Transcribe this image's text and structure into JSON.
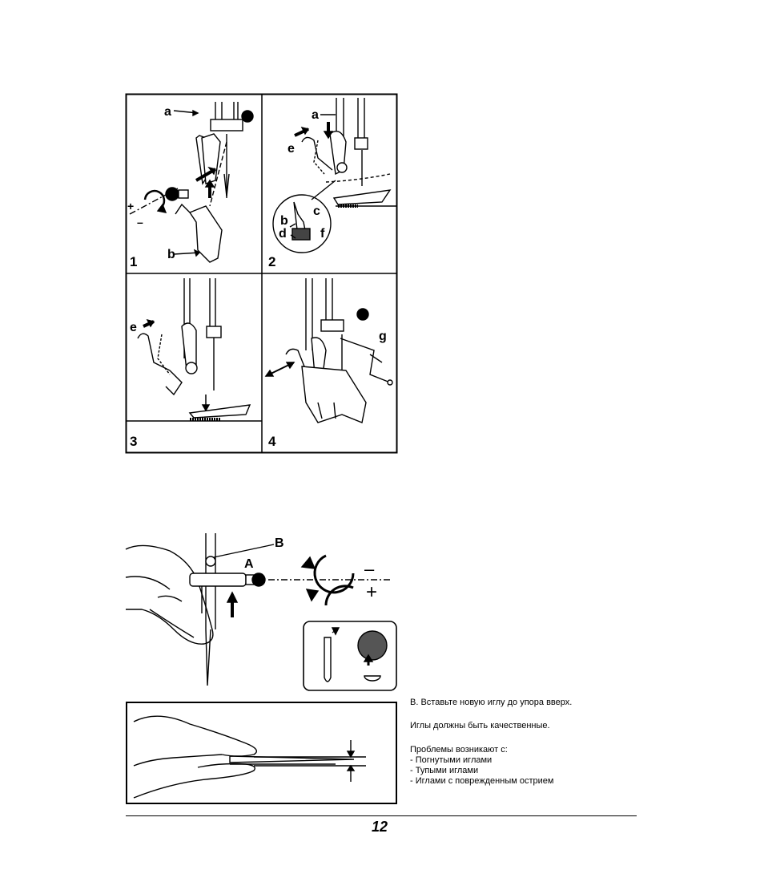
{
  "figure1": {
    "panels": [
      {
        "number": "1",
        "labels": [
          "a",
          "b"
        ],
        "signs": [
          "+",
          "–"
        ]
      },
      {
        "number": "2",
        "labels": [
          "a",
          "e",
          "b",
          "c",
          "d",
          "f"
        ]
      },
      {
        "number": "3",
        "labels": [
          "e"
        ]
      },
      {
        "number": "4",
        "labels": [
          "g"
        ]
      }
    ]
  },
  "figure2": {
    "labels": {
      "B": "B",
      "A": "A"
    },
    "signs": {
      "minus": "–",
      "plus": "+"
    }
  },
  "instructions": {
    "step": "В. Вставьте новую иглу до упора вверх.",
    "quality": "Иглы должны быть качественные.",
    "problems_title": "Проблемы возникают с:",
    "problems": [
      "- Погнутыми иглами",
      "- Тупыми иглами",
      "- Иглами с поврежденным острием"
    ]
  },
  "footer": {
    "page_number": "12"
  }
}
